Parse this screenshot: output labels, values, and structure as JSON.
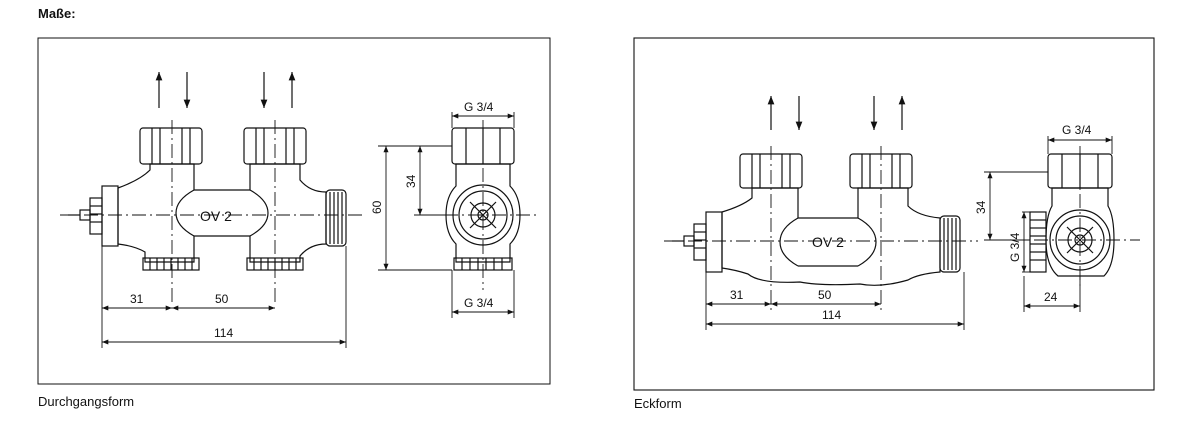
{
  "heading": "Maße:",
  "figures": [
    {
      "caption": "Durchgangsform",
      "model_label": "OV 2",
      "dimensions": {
        "offset_left": "31",
        "pipe_spacing": "50",
        "total_length": "114",
        "thread_top": "G 3/4",
        "thread_bottom": "G 3/4",
        "height_total": "60",
        "height_upper": "34"
      }
    },
    {
      "caption": "Eckform",
      "model_label": "OV 2",
      "dimensions": {
        "offset_left": "31",
        "pipe_spacing": "50",
        "total_length": "114",
        "thread_top": "G 3/4",
        "thread_side": "G 3/4",
        "height_upper": "34",
        "side_width": "24"
      }
    }
  ],
  "icons": [
    "flow-up-arrow",
    "flow-down-arrow"
  ],
  "colors": {
    "line": "#111111",
    "background": "#ffffff"
  }
}
